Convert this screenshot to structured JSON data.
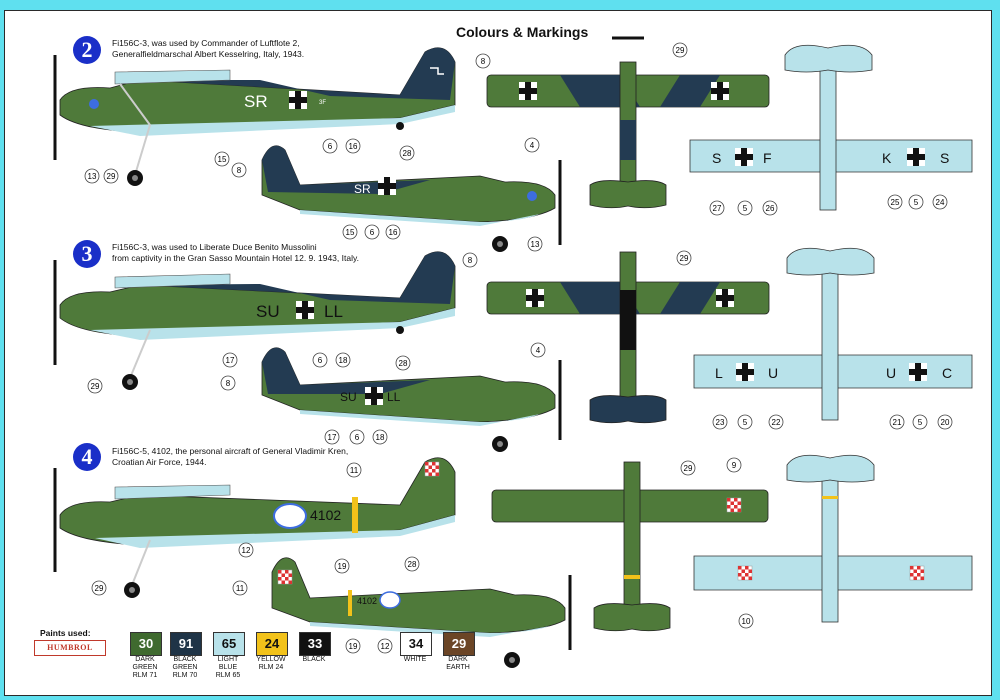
{
  "title": "Colours & Markings",
  "profiles": [
    {
      "number": "2",
      "caption": "Fi156C-3, was used by Commander of Luftflote 2,\nGeneralfieldmarschal Albert Kesselring, Italy, 1943.",
      "code_side": "SR",
      "code_small": "3F",
      "code_underwing_left": "S",
      "code_underwing_mid": "F",
      "code_underwing_right": "K"
    },
    {
      "number": "3",
      "caption": "Fi156C-3, was used to Liberate Duce Benito Mussolini\nfrom captivity in the Gran Sasso Mountain Hotel 12. 9. 1943, Italy.",
      "code_side_left": "SU",
      "code_side_right": "LL",
      "code_underwing_left": "L",
      "code_underwing_mid": "U",
      "code_underwing_right": "C"
    },
    {
      "number": "4",
      "caption": "Fi156C-5, 4102, the personal aircraft of General Vladimir Kren,\nCroatian Air Force, 1944.",
      "serial": "4102"
    }
  ],
  "callouts": {
    "p2": [
      "8",
      "15",
      "6",
      "16",
      "13",
      "29",
      "28",
      "8",
      "15",
      "6",
      "16",
      "13",
      "4",
      "29",
      "27",
      "5",
      "26",
      "25",
      "5",
      "24"
    ],
    "p3": [
      "8",
      "17",
      "6",
      "18",
      "29",
      "28",
      "8",
      "17",
      "6",
      "18",
      "4",
      "29",
      "23",
      "5",
      "22",
      "21",
      "5",
      "20"
    ],
    "p4": [
      "11",
      "12",
      "19",
      "29",
      "11",
      "28",
      "19",
      "12",
      "9",
      "29",
      "10"
    ]
  },
  "paints_label": "Paints used:",
  "brand": "HUMBROL",
  "paints": [
    {
      "code": "30",
      "label": "DARK\nGREEN\nRLM 71",
      "color": "#3f6a2f",
      "text": "#ffffff"
    },
    {
      "code": "91",
      "label": "BLACK\nGREEN\nRLM 70",
      "color": "#1f3447",
      "text": "#ffffff"
    },
    {
      "code": "65",
      "label": "LIGHT\nBLUE\nRLM 65",
      "color": "#b8e2ea",
      "text": "#111111"
    },
    {
      "code": "24",
      "label": "YELLOW\nRLM 24",
      "color": "#f2c21a",
      "text": "#111111"
    },
    {
      "code": "33",
      "label": "BLACK",
      "color": "#111111",
      "text": "#ffffff"
    },
    {
      "code": "34",
      "label": "WHITE",
      "color": "#ffffff",
      "text": "#111111"
    },
    {
      "code": "29",
      "label": "DARK\nEARTH",
      "color": "#6b4526",
      "text": "#ffffff"
    }
  ],
  "colors": {
    "green": "#4f7a3a",
    "dark": "#233b52",
    "light": "#b8e2ea",
    "yellow": "#f2c21a"
  }
}
